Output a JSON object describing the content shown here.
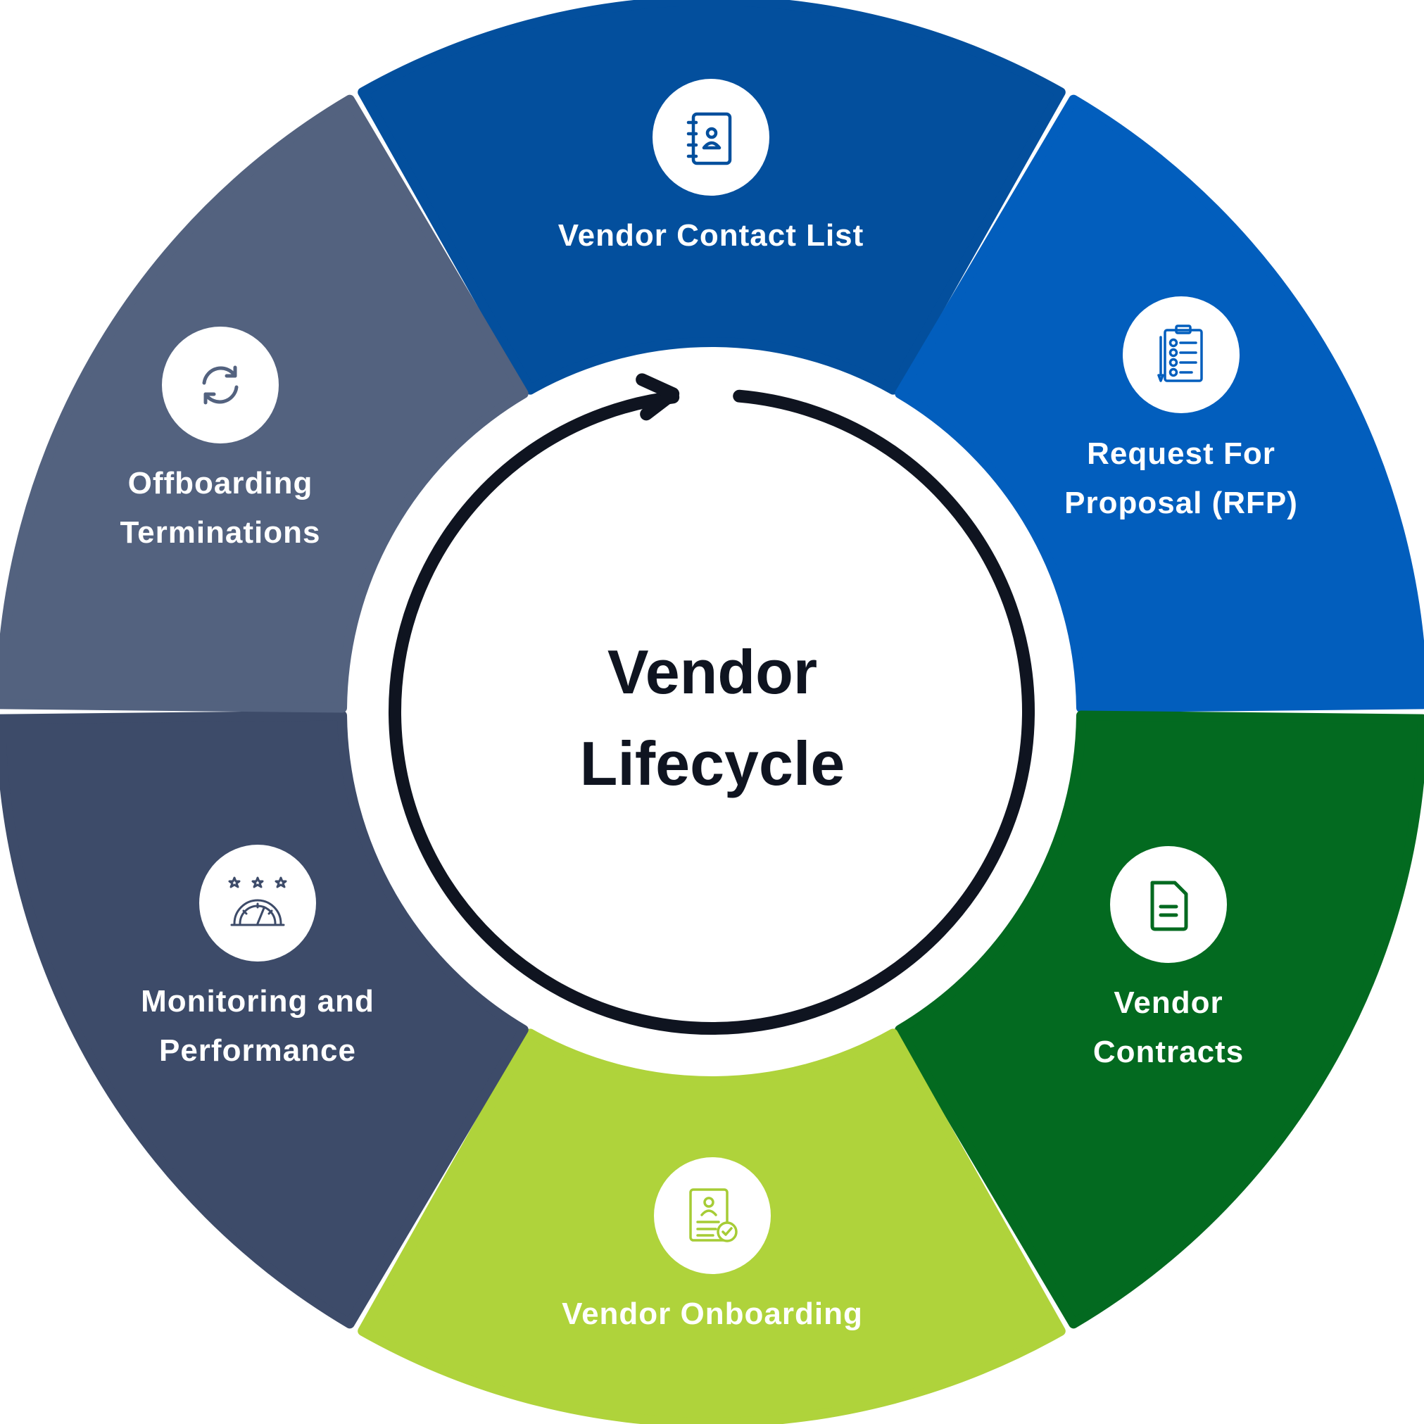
{
  "center": {
    "title_line1": "Vendor",
    "title_line2": "Lifecycle"
  },
  "segments": [
    {
      "id": "vendor-contact-list",
      "lines": [
        "Vendor Contact List"
      ],
      "color": "#034f9d",
      "icon": "contact-book-icon",
      "icon_color": "#034f9d"
    },
    {
      "id": "request-for-proposal",
      "lines": [
        "Request For",
        "Proposal (RFP)"
      ],
      "color": "#025ebd",
      "icon": "clipboard-checklist-icon",
      "icon_color": "#025ebd"
    },
    {
      "id": "vendor-contracts",
      "lines": [
        "Vendor",
        "Contracts"
      ],
      "color": "#036a20",
      "icon": "document-icon",
      "icon_color": "#036a20"
    },
    {
      "id": "vendor-onboarding",
      "lines": [
        "Vendor Onboarding"
      ],
      "color": "#afd33b",
      "icon": "profile-approved-icon",
      "icon_color": "#a6cc35"
    },
    {
      "id": "monitoring-performance",
      "lines": [
        "Monitoring and",
        "Performance"
      ],
      "color": "#3d4b69",
      "icon": "speedometer-rating-icon",
      "icon_color": "#3d4b69"
    },
    {
      "id": "offboarding-terminations",
      "lines": [
        "Offboarding",
        "Terminations"
      ],
      "color": "#53627f",
      "icon": "refresh-cycle-icon",
      "icon_color": "#53627f"
    }
  ],
  "colors": {
    "cycle_arrow": "#0f1420",
    "background": "#ffffff"
  }
}
